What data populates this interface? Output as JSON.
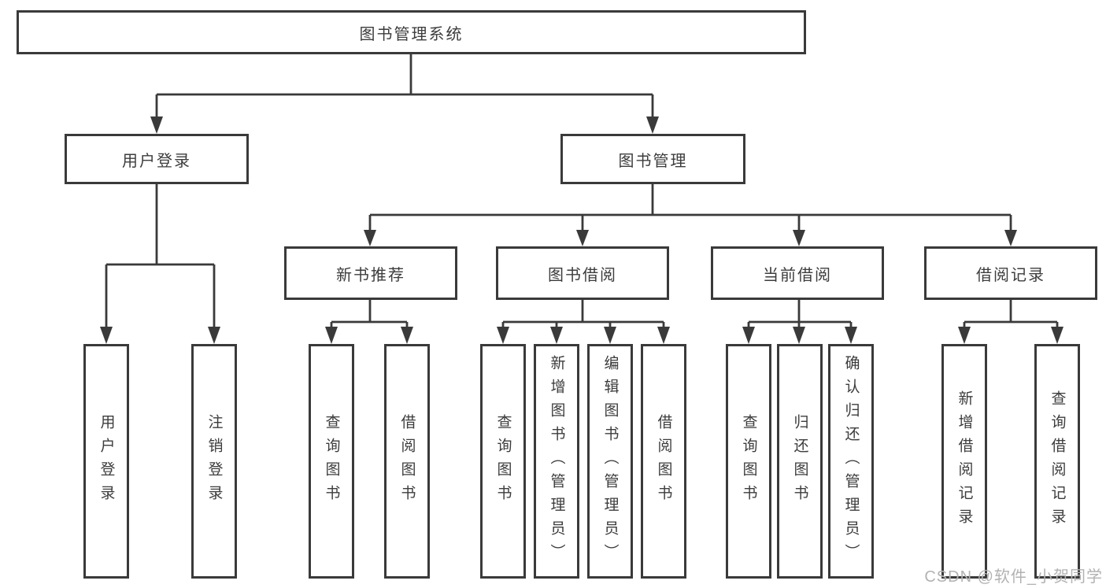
{
  "tree": {
    "label": "图书管理系统",
    "children": [
      {
        "label": "用户登录",
        "children": [
          {
            "label": "用户登录"
          },
          {
            "label": "注销登录"
          }
        ]
      },
      {
        "label": "图书管理",
        "children": [
          {
            "label": "新书推荐",
            "children": [
              {
                "label": "查询图书"
              },
              {
                "label": "借阅图书"
              }
            ]
          },
          {
            "label": "图书借阅",
            "children": [
              {
                "label": "查询图书"
              },
              {
                "label": "新增图书（管理员）"
              },
              {
                "label": "编辑图书（管理员）"
              },
              {
                "label": "借阅图书"
              }
            ]
          },
          {
            "label": "当前借阅",
            "children": [
              {
                "label": "查询图书"
              },
              {
                "label": "归还图书"
              },
              {
                "label": "确认归还（管理员）"
              }
            ]
          },
          {
            "label": "借阅记录",
            "children": [
              {
                "label": "新增借阅记录"
              },
              {
                "label": "查询借阅记录"
              }
            ]
          }
        ]
      }
    ]
  },
  "watermark": "CSDN @软件_小贺同学",
  "colors": {
    "line": "#3a3a3a",
    "text": "#3c3c3c",
    "watermark": "#b2b2b2",
    "background": "#ffffff"
  }
}
